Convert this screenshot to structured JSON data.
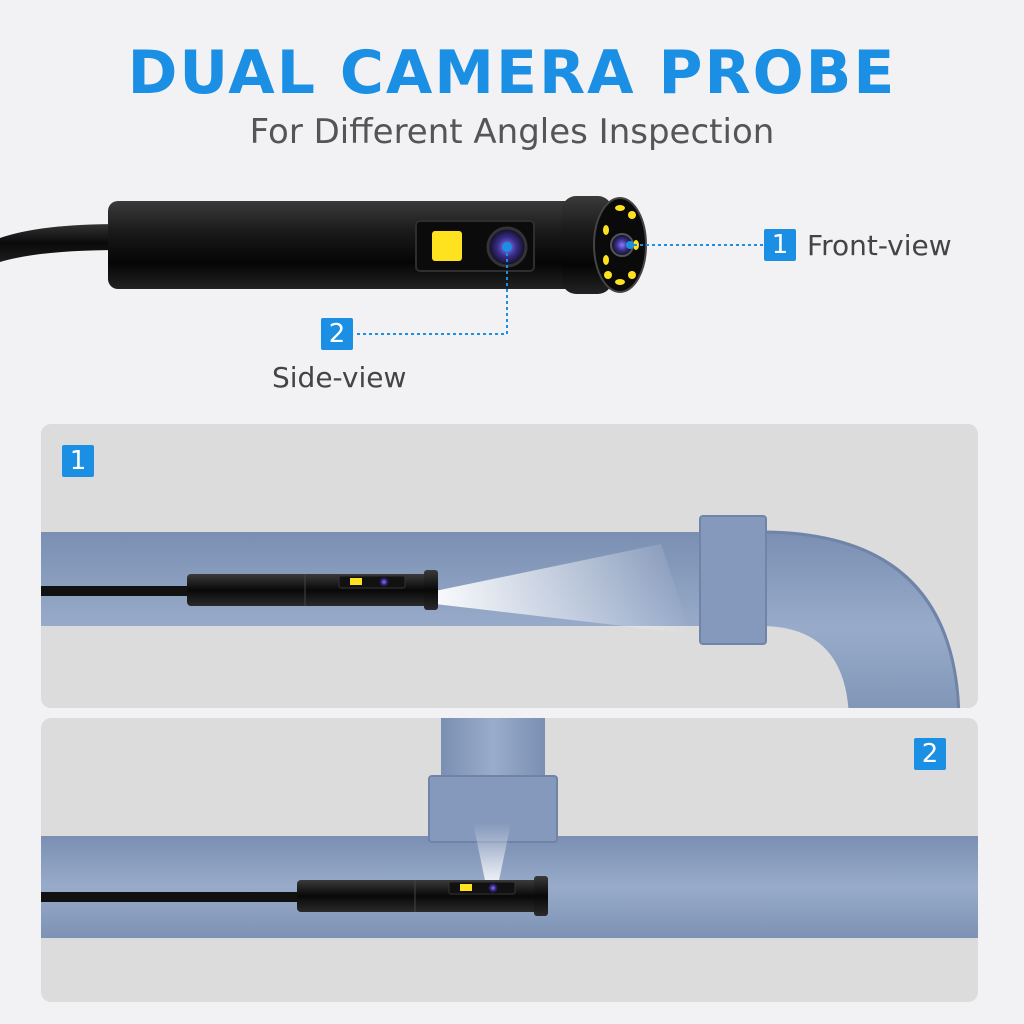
{
  "header": {
    "title": "DUAL CAMERA PROBE",
    "subtitle": "For Different Angles Inspection"
  },
  "callouts": {
    "front": {
      "number": "1",
      "label": "Front-view"
    },
    "side": {
      "number": "2",
      "label": "Side-view"
    }
  },
  "panels": {
    "front_panel_badge": "1",
    "side_panel_badge": "2"
  },
  "colors": {
    "accent": "#1a8fe3",
    "pipe": "#8a9fc0",
    "probe": "#111111",
    "led": "#ffe21f"
  }
}
